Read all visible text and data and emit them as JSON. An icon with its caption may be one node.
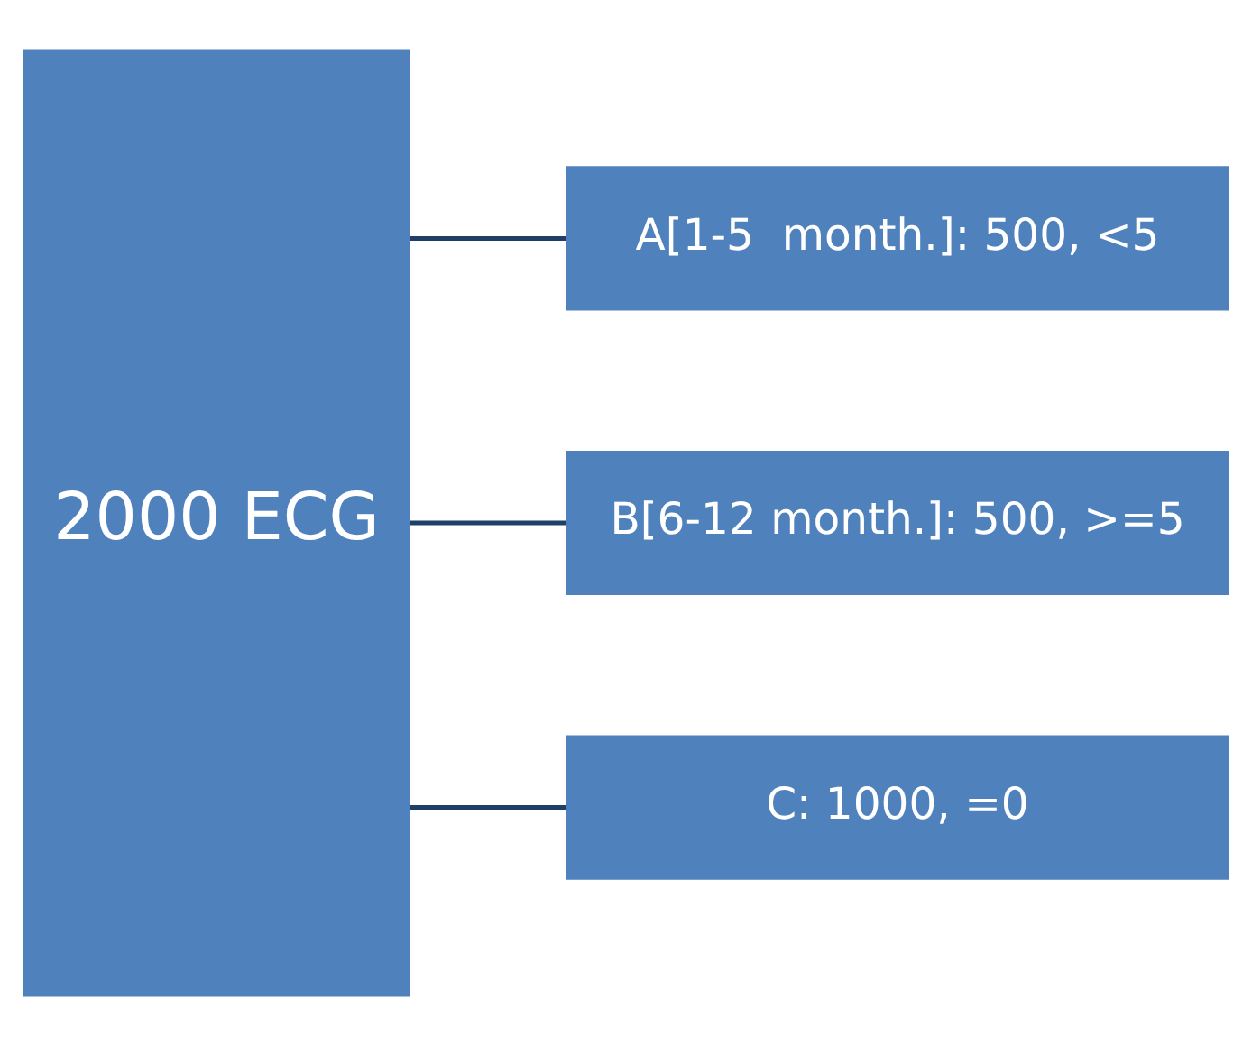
{
  "diagram": {
    "nodes": [
      {
        "text": [
          "2000 ECG"
        ]
      },
      {
        "text": [
          "A[1-5  month.]: 500, <5"
        ]
      },
      {
        "text": [
          "B[6-12 month.]: 500, >=5"
        ]
      },
      {
        "text": [
          "C: 1000, =0"
        ]
      }
    ],
    "edges": [
      {
        "from": 0,
        "to": 1,
        "arrow": "none"
      },
      {
        "from": 0,
        "to": 2,
        "arrow": "none"
      },
      {
        "from": 0,
        "to": 3,
        "arrow": "none"
      }
    ]
  }
}
